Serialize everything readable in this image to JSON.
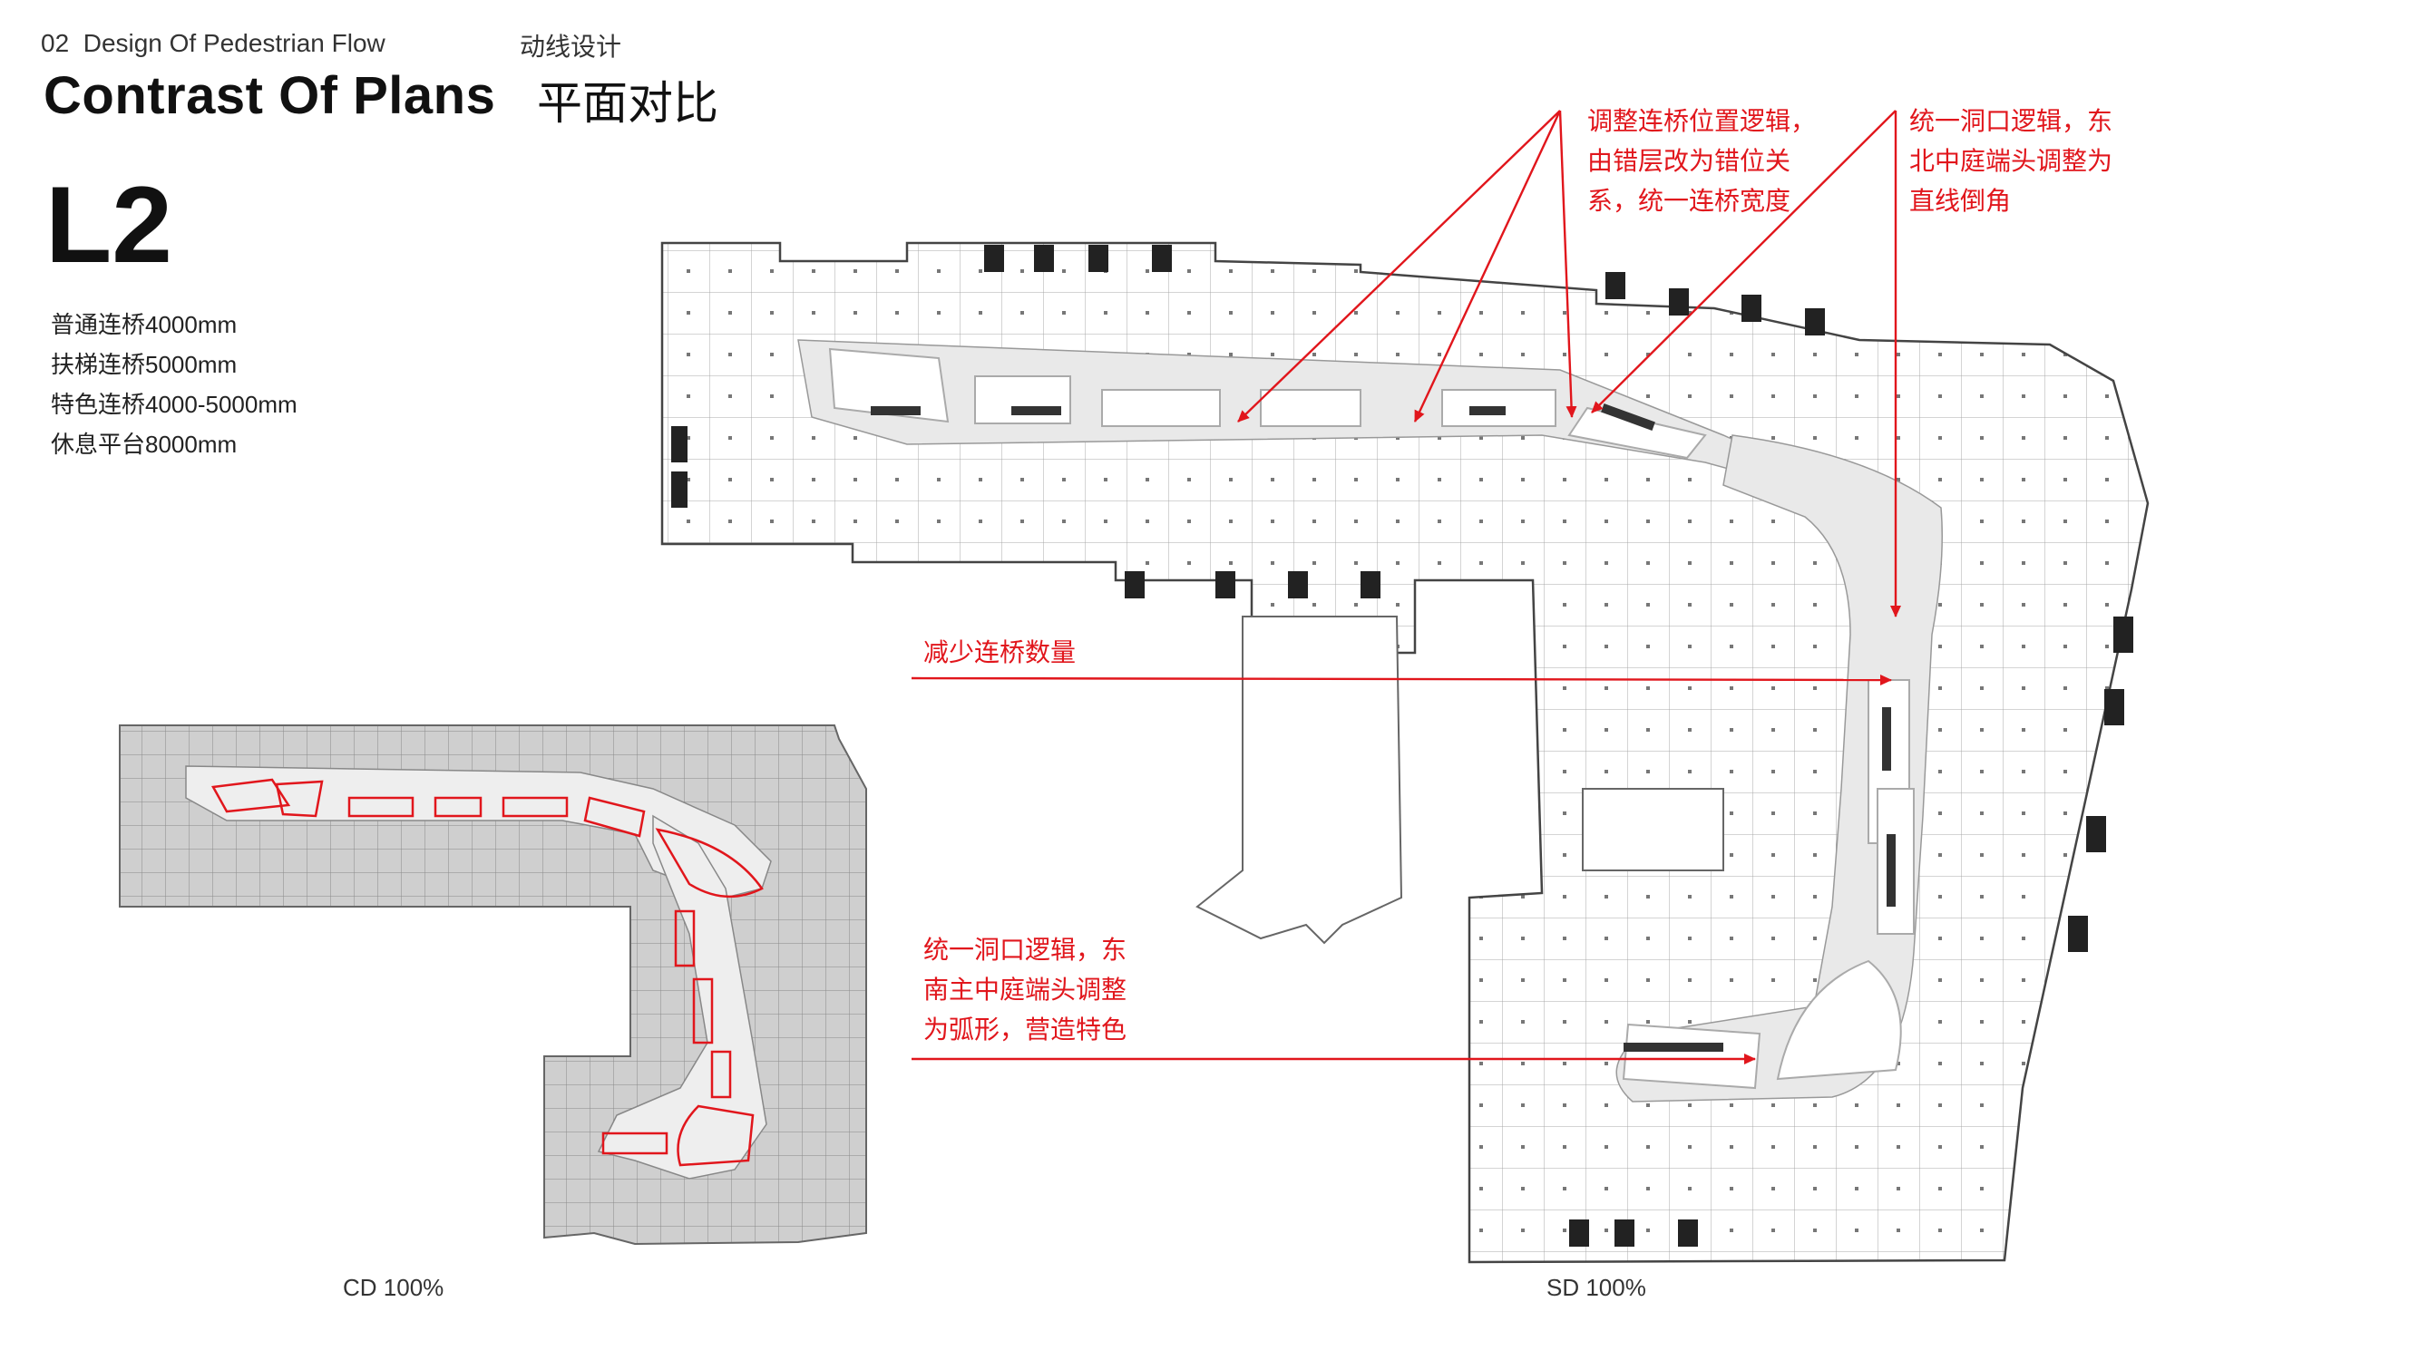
{
  "header": {
    "section_number": "02",
    "section_title": "Design Of Pedestrian Flow",
    "section_title_cn": "动线设计",
    "page_title": "Contrast Of Plans",
    "page_title_cn": "平面对比"
  },
  "level": "L2",
  "specs": [
    "普通连桥4000mm",
    "扶梯连桥5000mm",
    "特色连桥4000-5000mm",
    "休息平台8000mm"
  ],
  "annotations": {
    "bridge_adjust": [
      "调整连桥位置逻辑，",
      "由错层改为错位关",
      "系，统一连桥宽度"
    ],
    "ne_atrium": [
      "统一洞口逻辑，东",
      "北中庭端头调整为",
      "直线倒角"
    ],
    "reduce_bridges": "减少连桥数量",
    "se_atrium": [
      "统一洞口逻辑，东",
      "南主中庭端头调整",
      "为弧形，营造特色"
    ]
  },
  "plan_captions": {
    "cd": "CD 100%",
    "sd": "SD 100%"
  },
  "colors": {
    "annotation": "#e1161c",
    "plan_line": "#555555",
    "cd_fill": "#c8c8c8",
    "corridor": "#e8e8e8"
  }
}
